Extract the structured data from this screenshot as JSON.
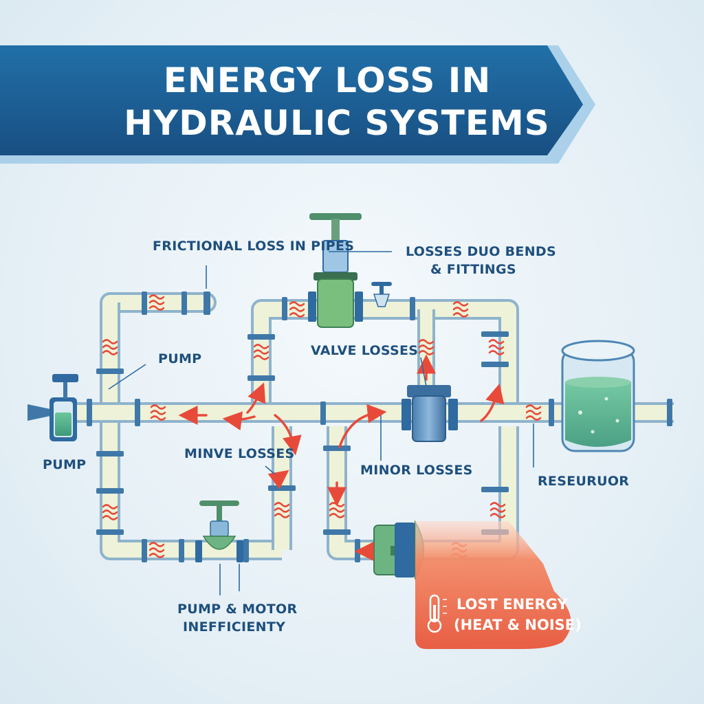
{
  "title": {
    "line1": "ENERGY LOSS IN",
    "line2": "HYDRAULIC SYSTEMS"
  },
  "labels": {
    "frictional": "FRICTIONAL LOSS IN PIPES",
    "bends_line1": "LOSSES DUO BENDS",
    "bends_line2": "& FITTINGS",
    "pump_upper": "PUMP",
    "valve_losses": "VALVE LOSSES",
    "pump_left": "PUMP",
    "minve_losses": "MINVE LOSSES",
    "minor_losses": "MINOR LOSSES",
    "reservoir": "RESEURUOR",
    "pump_motor_line1": "PUMP & MOTOR",
    "pump_motor_line2": "INEFFICIENTY"
  },
  "callout": {
    "line1": "LOST ENERGY",
    "line2": "(HEAT & NOISE)"
  },
  "colors": {
    "banner": "#1b5f96",
    "banner_edge": "#8fbfe0",
    "label": "#1e4f7d",
    "heat": "#e84a3a",
    "callout": "#ef6a48",
    "water": "#4fae8a"
  },
  "icons": [
    "thermometer-icon",
    "heat-wave-icon",
    "flow-arrow-icon",
    "valve-icon",
    "pump-icon",
    "reservoir-tank-icon"
  ]
}
